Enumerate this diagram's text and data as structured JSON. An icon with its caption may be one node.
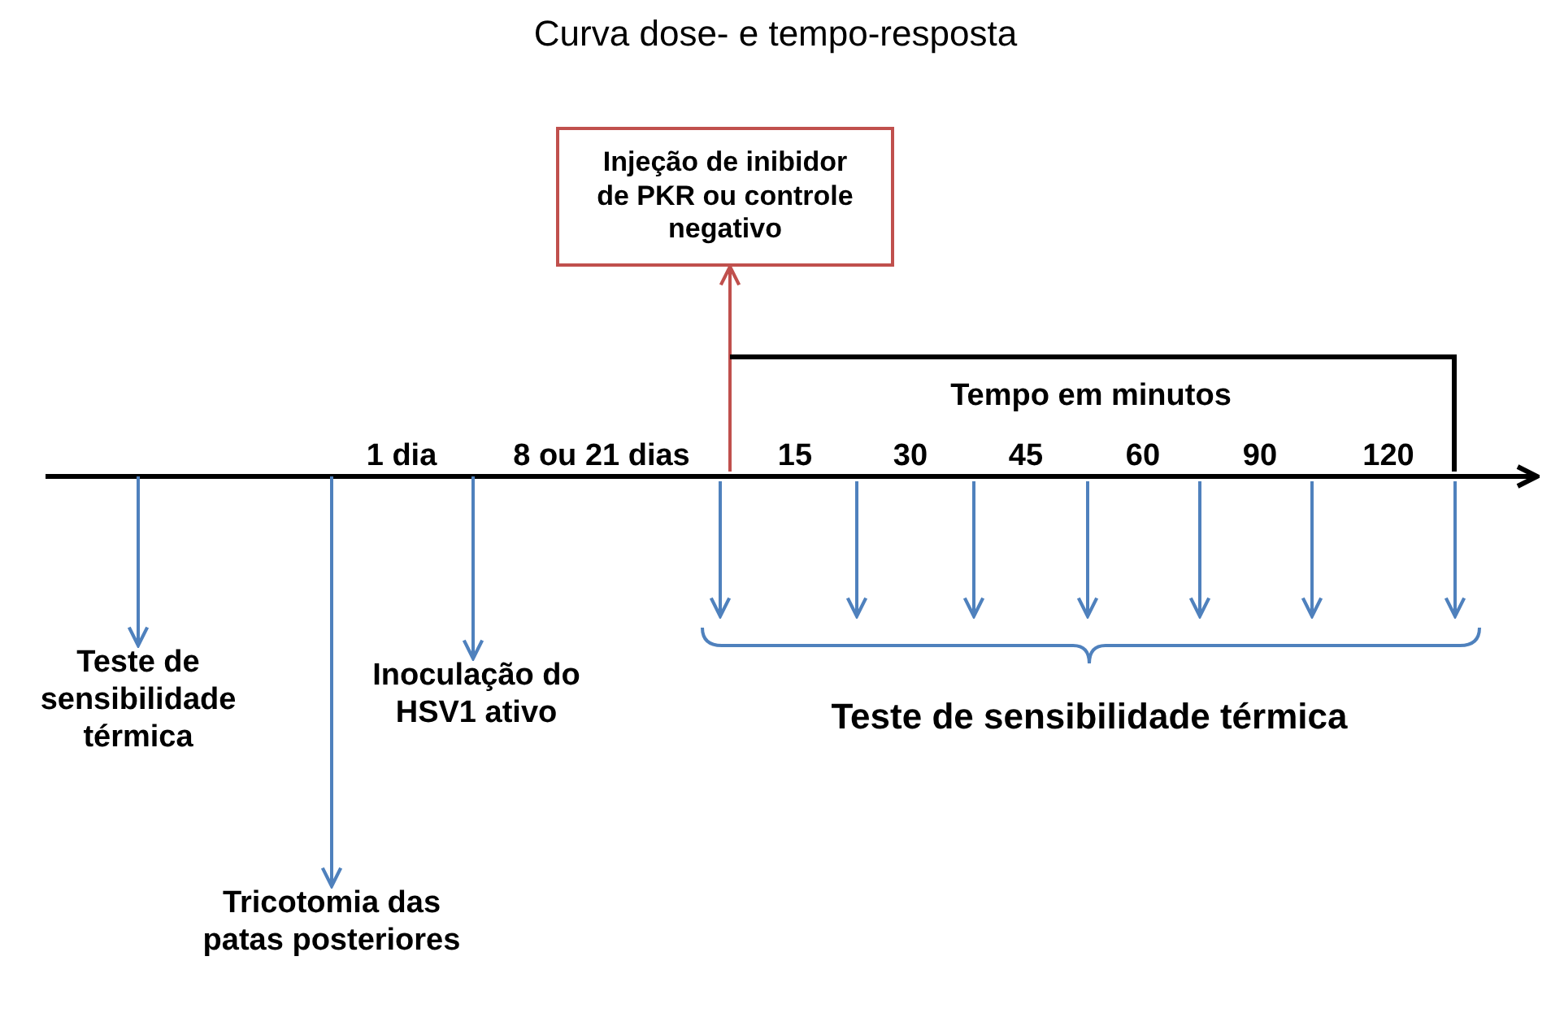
{
  "diagram": {
    "title": "Curva dose- e tempo-resposta",
    "nodes": [
      {
        "text": [
          "Injeção de inibidor de PKR ou controle negativo"
        ]
      },
      {
        "text": [
          "Tempo em minutos"
        ]
      },
      {
        "text": [
          "Teste de sensibilidade térmica"
        ]
      },
      {
        "text": [
          "Inoculação do HSV1 ativo"
        ]
      },
      {
        "text": [
          "Tricotomia das patas posteriores"
        ]
      },
      {
        "text": [
          "Teste de sensibilidade térmica"
        ]
      }
    ],
    "edges": [
      {
        "from": 1,
        "to": 0,
        "arrow": "to",
        "color": "#c0504d"
      },
      {
        "from": null,
        "to": 2,
        "arrow": "to"
      },
      {
        "from": null,
        "to": 4,
        "arrow": "to"
      },
      {
        "from": null,
        "to": 3,
        "arrow": "to"
      }
    ],
    "labels": [
      "1 dia",
      "8 ou 21 dias",
      "15",
      "30",
      "45",
      "60",
      "90",
      "120"
    ]
  }
}
